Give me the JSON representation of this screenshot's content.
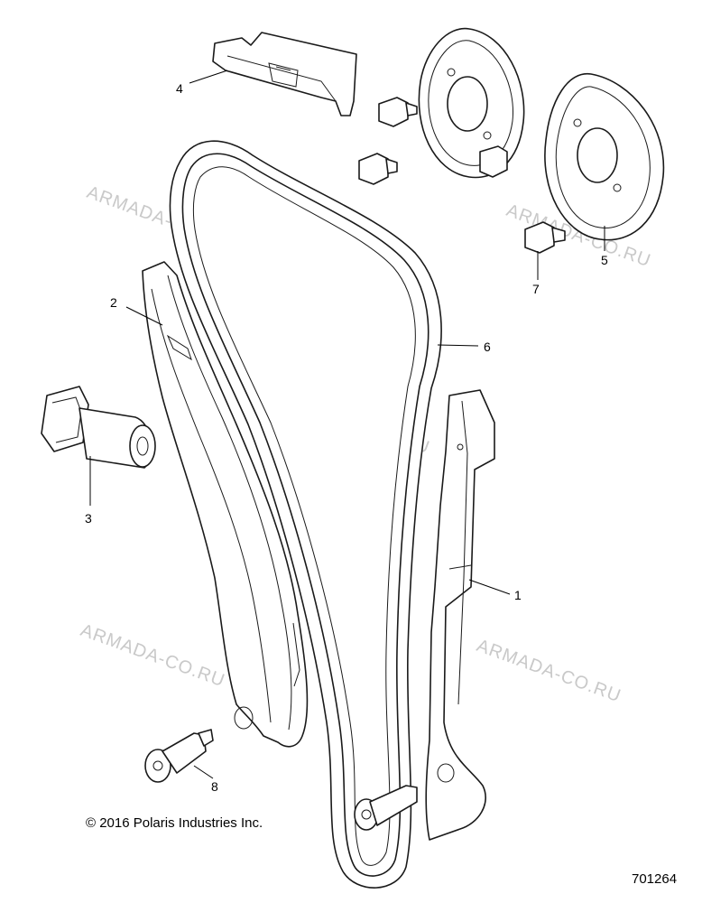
{
  "diagram": {
    "callouts": [
      "1",
      "2",
      "3",
      "4",
      "5",
      "6",
      "7",
      "8"
    ],
    "watermark": "ARMADA-CO.RU",
    "copyright": "© 2016 Polaris Industries Inc.",
    "figure_number": "701264"
  },
  "colors": {
    "line": "#1a1a1a",
    "watermark": "#c9c9c9",
    "background": "#ffffff"
  }
}
